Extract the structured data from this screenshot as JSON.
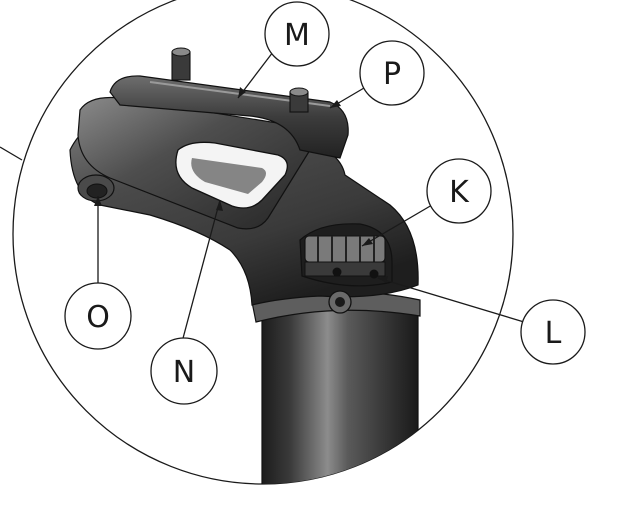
{
  "diagram": {
    "callouts": [
      {
        "id": "M",
        "label": "M"
      },
      {
        "id": "P",
        "label": "P"
      },
      {
        "id": "K",
        "label": "K"
      },
      {
        "id": "L",
        "label": "L"
      },
      {
        "id": "O",
        "label": "O"
      },
      {
        "id": "N",
        "label": "N"
      }
    ],
    "colors": {
      "line": "#1a1a1a",
      "metal_dark": "#2b2b2b",
      "metal_mid": "#5a5a5a",
      "metal_light": "#9a9a9a",
      "background": "#ffffff"
    }
  }
}
